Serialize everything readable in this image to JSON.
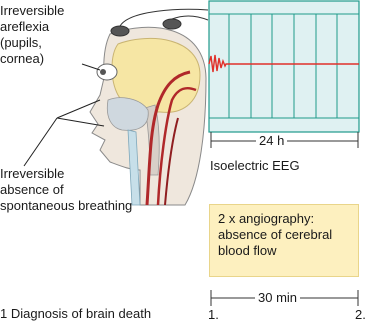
{
  "labels": {
    "areflexia": "Irreversible\nareflexia\n(pupils,\ncornea)",
    "breathing": "Irreversible\nabsence of\nspontaneous breathing"
  },
  "eeg": {
    "duration": "24 h",
    "caption": "Isoelectric  EEG"
  },
  "angiography": {
    "text": "2 x angiography:\nabsence of cerebral\nblood flow",
    "duration": "30 min",
    "start_index": "1.",
    "end_index": "2."
  },
  "figure_caption": "1 Diagnosis of brain death",
  "colors": {
    "brain": "#f6e6a4",
    "skin": "#efe7dd",
    "monitor_fill": "#dff1f2",
    "monitor_line": "#1f9a8b",
    "eeg_trace": "#e0302a",
    "vessel": "#b0282a",
    "angio_box": "#fdf0bf"
  }
}
